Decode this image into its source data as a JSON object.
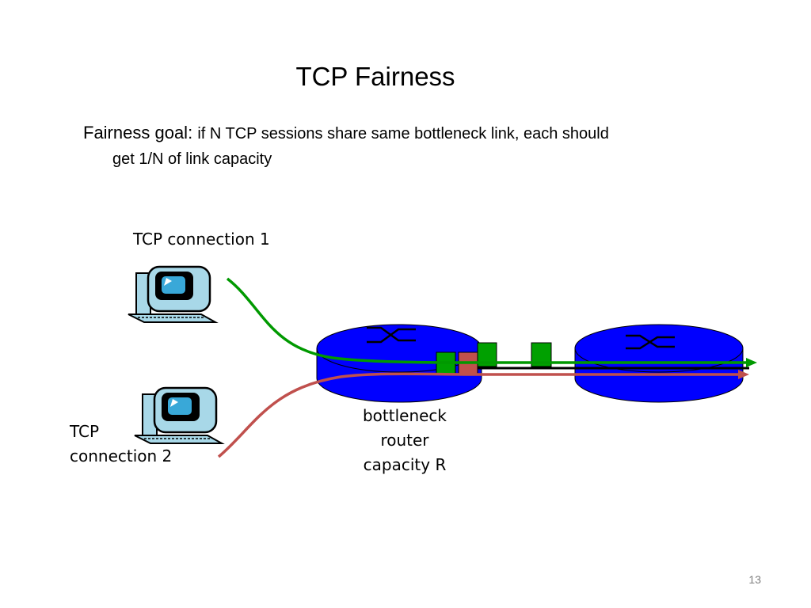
{
  "slide": {
    "title": "TCP Fairness",
    "goal_label": "Fairness goal:",
    "goal_text_line1": "if N TCP sessions share same bottleneck link, each should",
    "goal_text_line2": "get 1/N of link capacity",
    "page_number": "13"
  },
  "diagram": {
    "connection1_label": "TCP connection 1",
    "connection2_label_line1": "TCP",
    "connection2_label_line2": "connection 2",
    "router_label_line1": "bottleneck",
    "router_label_line2": "router",
    "router_label_line3": "capacity R",
    "colors": {
      "router": "#0000ff",
      "flow1": "#009900",
      "flow2": "#c0504d",
      "packet_green": "#00a000",
      "packet_red": "#c0504d"
    }
  }
}
